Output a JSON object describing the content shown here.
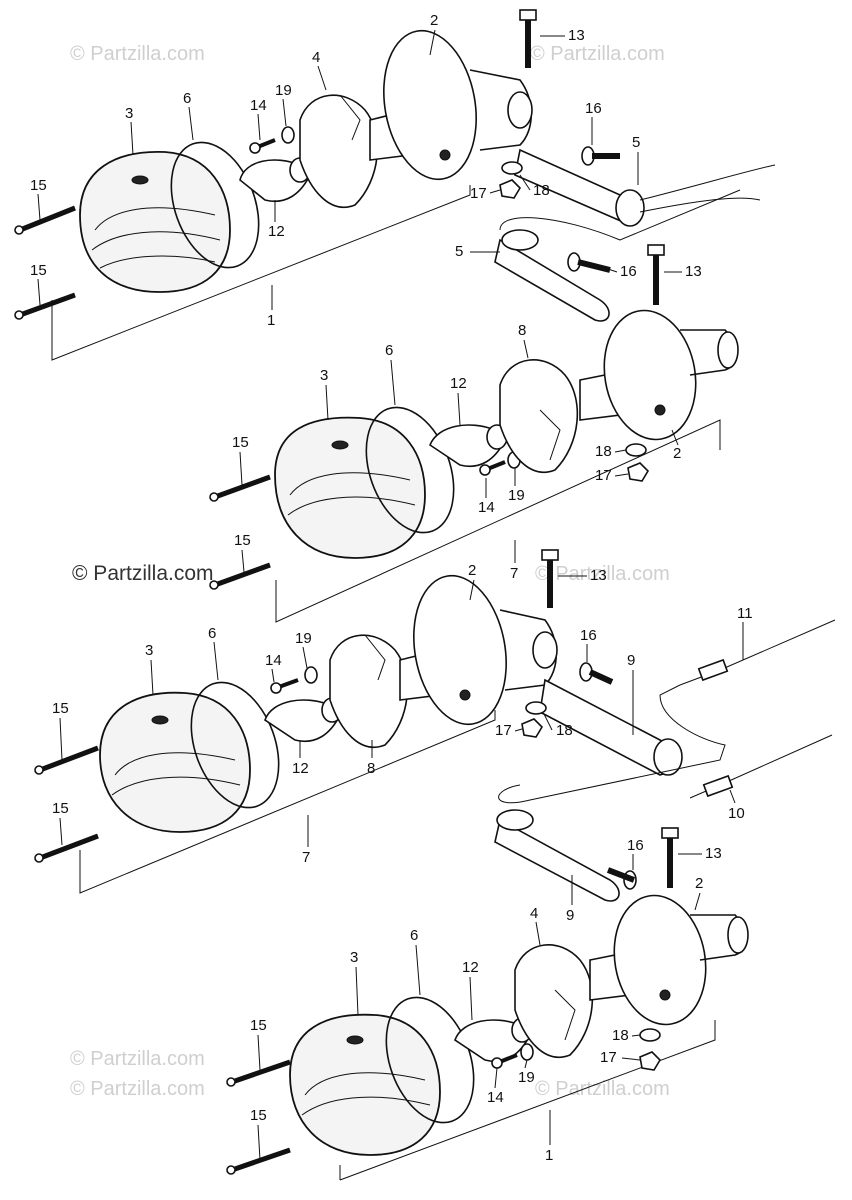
{
  "watermarks": [
    "© Partzilla.com",
    "© Partzilla.com",
    "© Partzilla.com",
    "© Partzilla.com",
    "© Partzilla.com",
    "© Partzilla.com",
    "© Partzilla.com"
  ],
  "callouts": {
    "a1": "1",
    "a2": "2",
    "a3": "3",
    "a4": "4",
    "a5": "5",
    "a6": "6",
    "a12": "12",
    "a13": "13",
    "a14": "14",
    "a15a": "15",
    "a15b": "15",
    "a16": "16",
    "a17": "17",
    "a18": "18",
    "a19": "19",
    "b2": "2",
    "b3": "3",
    "b5": "5",
    "b6": "6",
    "b7": "7",
    "b8": "8",
    "b12": "12",
    "b13": "13",
    "b14": "14",
    "b15a": "15",
    "b15b": "15",
    "b16": "16",
    "b17": "17",
    "b18": "18",
    "b19": "19",
    "c2": "2",
    "c3": "3",
    "c6": "6",
    "c7": "7",
    "c8": "8",
    "c9": "9",
    "c10": "10",
    "c11": "11",
    "c12": "12",
    "c13": "13",
    "c14": "14",
    "c15a": "15",
    "c15b": "15",
    "c16": "16",
    "c17": "17",
    "c18": "18",
    "c19": "19",
    "d1": "1",
    "d2": "2",
    "d3": "3",
    "d4": "4",
    "d6": "6",
    "d9": "9",
    "d12": "12",
    "d13": "13",
    "d14": "14",
    "d15a": "15",
    "d15b": "15",
    "d16": "16",
    "d17": "17",
    "d18": "18",
    "d19": "19"
  }
}
